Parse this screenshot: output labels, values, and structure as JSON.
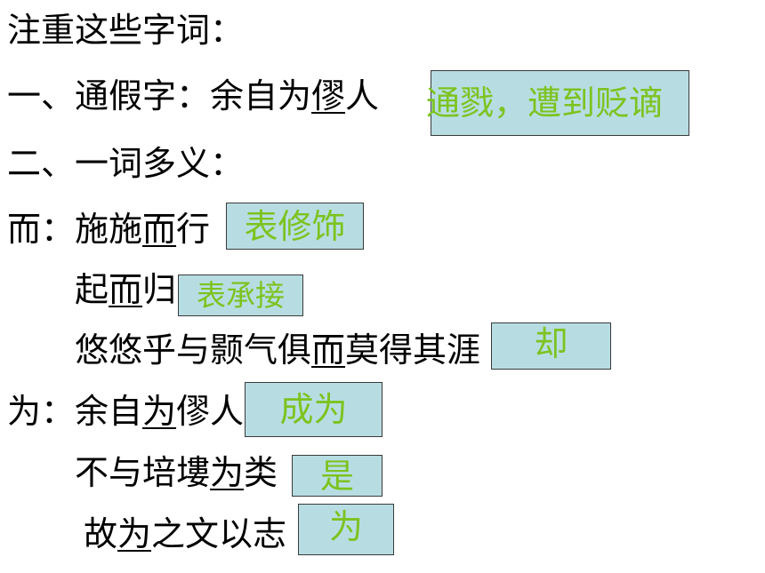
{
  "colors": {
    "background": "#ffffff",
    "text": "#000000",
    "answer_box_fill": "#b7dde3",
    "answer_box_border": "#3a3a3a",
    "answer_text": "#7cc31f"
  },
  "heading": "注重这些字词：",
  "section1": {
    "label": "一、通假字：",
    "sentence_before": "余自为",
    "sentence_key": "僇",
    "sentence_after": "人",
    "answer": "通戮，遭到贬谪"
  },
  "section2": {
    "label": "二、一词多义："
  },
  "er": {
    "char_label": "而：",
    "ex1": {
      "before": "施施",
      "key": "而",
      "after": "行",
      "answer": "表修饰"
    },
    "ex2": {
      "before": "起",
      "key": "而",
      "after": "归",
      "answer": "表承接"
    },
    "ex3": {
      "before": "悠悠乎与颢气俱",
      "key": "而",
      "after": "莫得其涯",
      "answer": "却"
    }
  },
  "wei": {
    "char_label": "为：",
    "ex1": {
      "before": "余自",
      "key": "为",
      "after": "僇人",
      "answer": "成为"
    },
    "ex2": {
      "before": "不与培塿",
      "key": "为",
      "after": "类",
      "answer": "是"
    },
    "ex3": {
      "before": "故",
      "key": "为",
      "after": "之文以志",
      "answer": "为"
    }
  }
}
